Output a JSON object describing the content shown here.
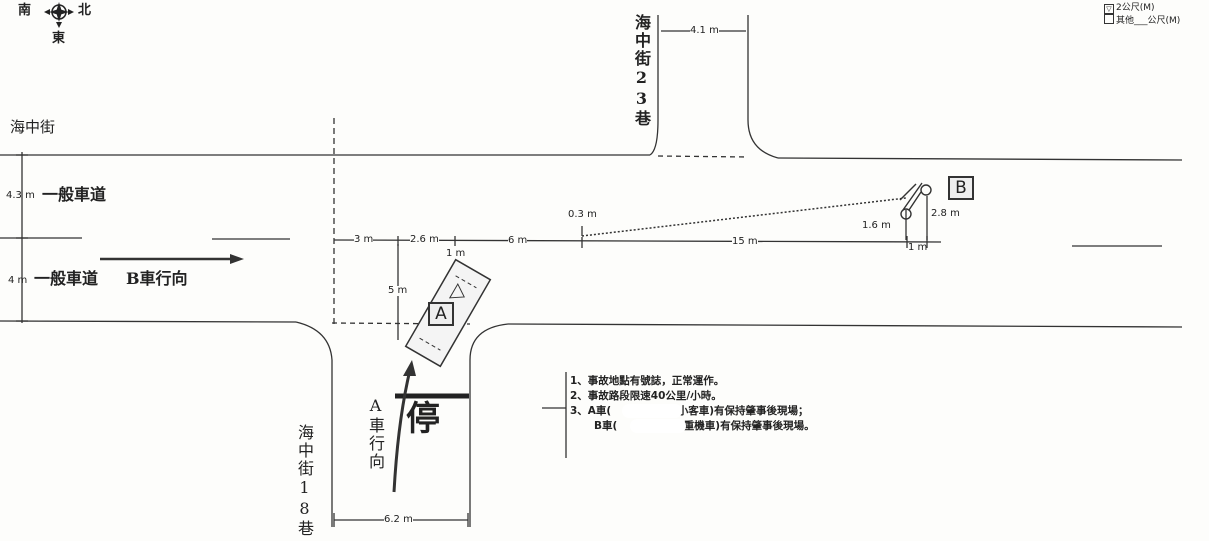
{
  "compass": {
    "south": "南",
    "north": "北",
    "east": "東"
  },
  "legend": {
    "option1": "2公尺(M)",
    "option2": "其他___公尺(M)",
    "option1_checked": true
  },
  "streets": {
    "main": "海中街",
    "north_alley": "海中街23巷",
    "south_alley": "海中街18巷"
  },
  "lanes": {
    "upper": "一般車道",
    "lower": "一般車道",
    "b_direction": "B車行向",
    "a_direction": "A車行向"
  },
  "stop_marking": "停",
  "vehicles": {
    "a": "A",
    "b": "B"
  },
  "measurements": {
    "alley23_width": "4.1 m",
    "upper_lane_width": "4.3 m",
    "lower_lane_width": "4 m",
    "seg_3m": "3 m",
    "seg_2_6m": "2.6 m",
    "seg_1m_a": "1 m",
    "seg_6m": "6 m",
    "seg_15m": "15 m",
    "offset_0_3m": "0.3 m",
    "b_1_6m": "1.6 m",
    "b_2_8m": "2.8 m",
    "seg_1m_b": "1 m",
    "a_5m": "5 m",
    "alley18_width": "6.2 m"
  },
  "notes": [
    "1、事故地點有號誌，正常運作。",
    "2、事故路段限速40公里/小時。",
    "3、A車(",
    "自小客車)有保持肇事後現場；",
    "B車(",
    "普重機車)有保持肇事後現場。"
  ]
}
